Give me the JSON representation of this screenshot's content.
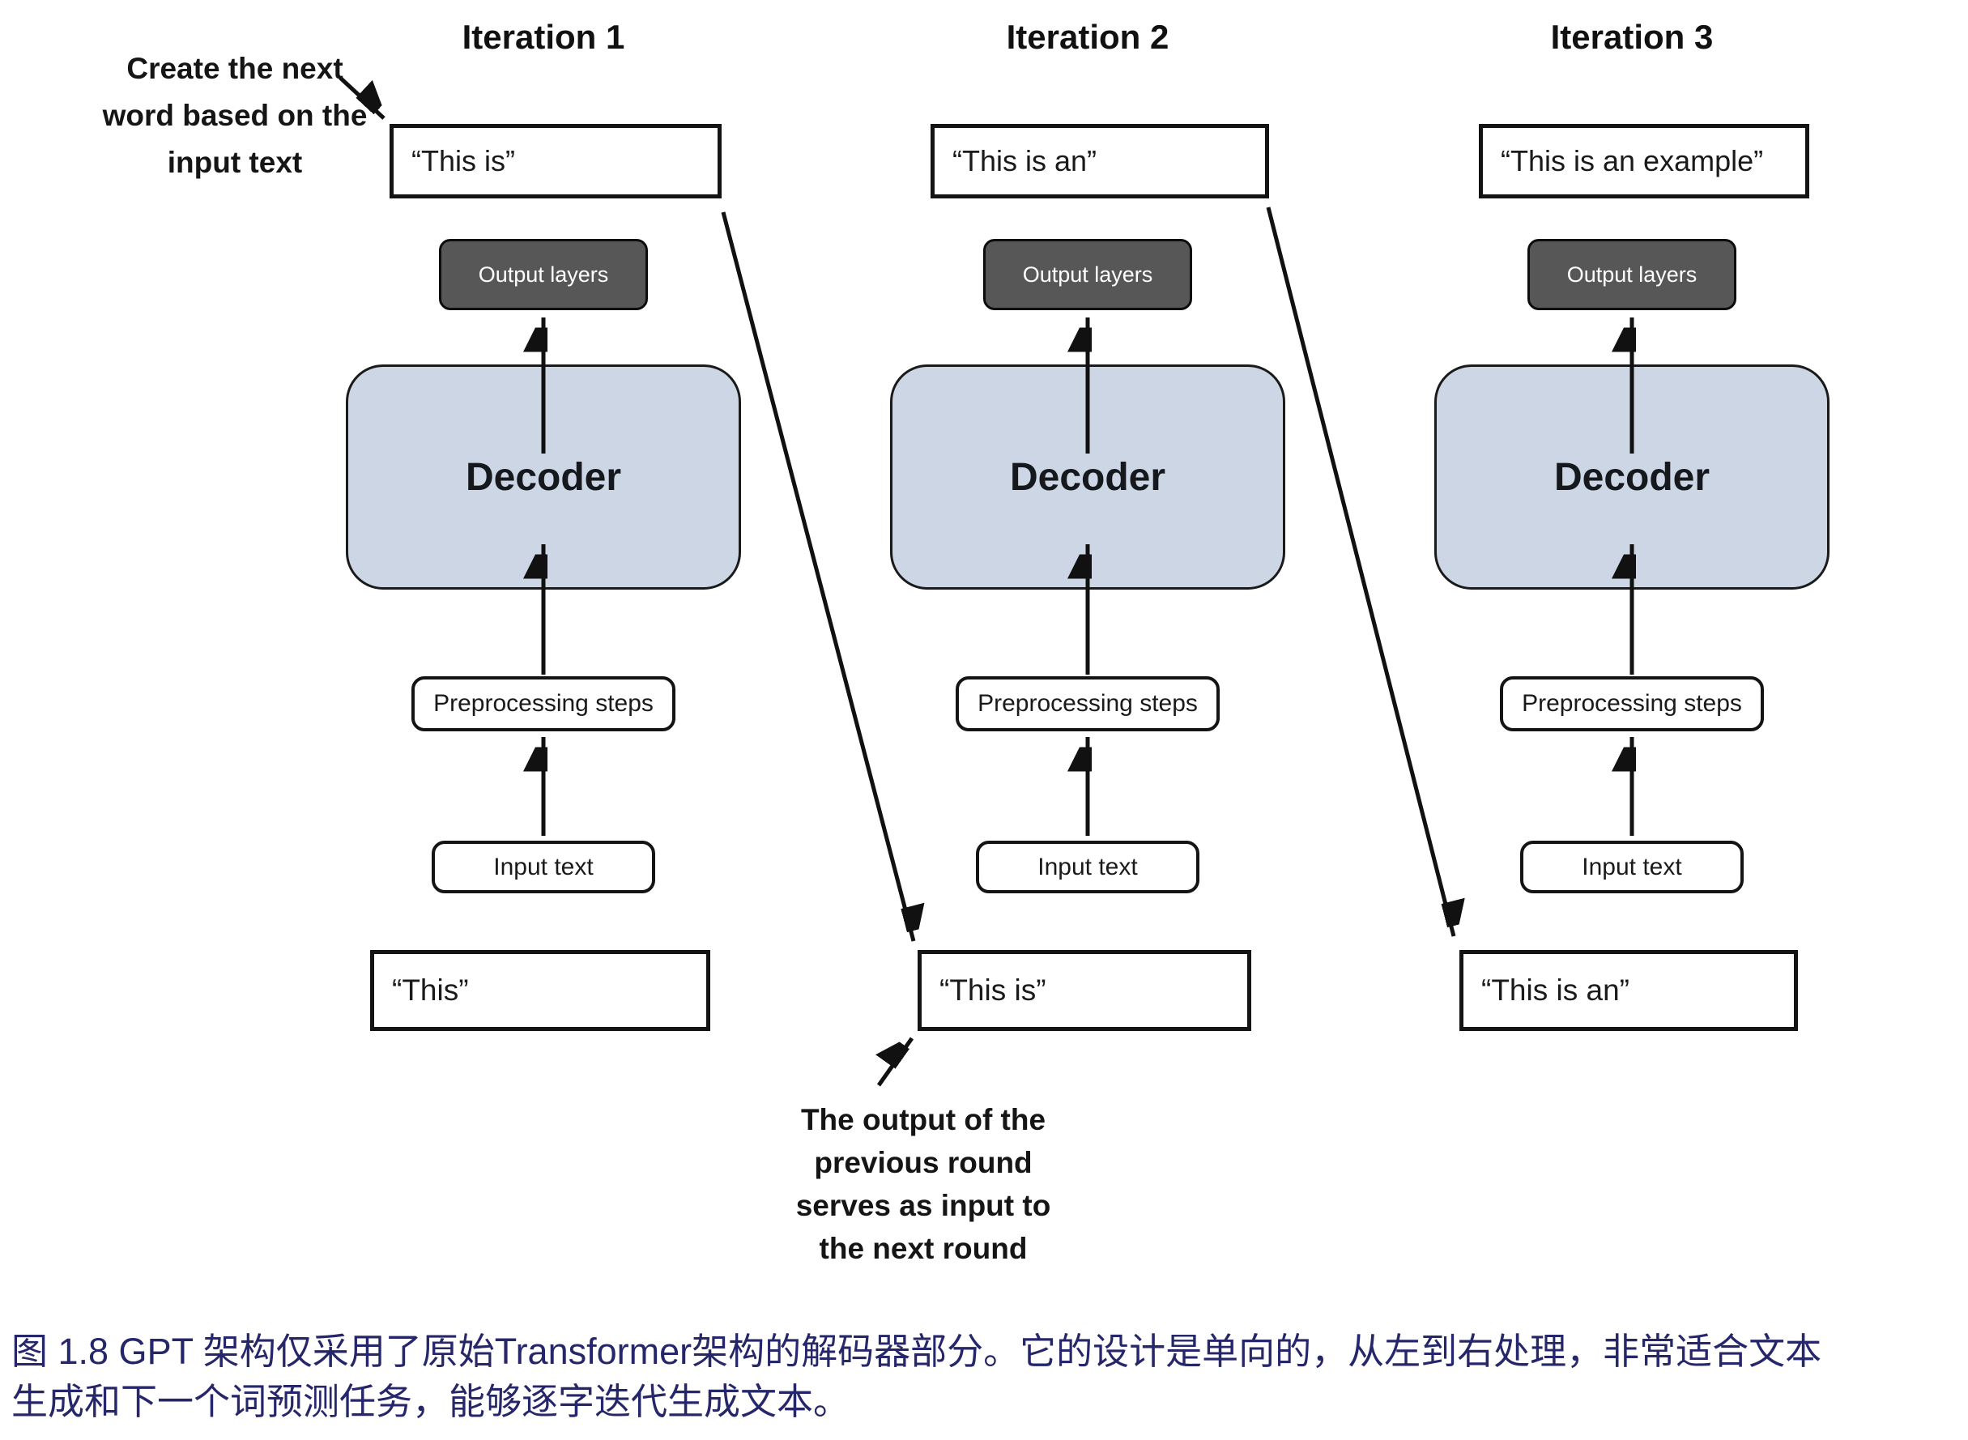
{
  "figure": {
    "kind": "diagram",
    "topic": "GPT decoder-only iterative next-word generation"
  },
  "notes": {
    "top": {
      "lines": [
        "Create the next",
        "word based on the",
        "input text"
      ]
    },
    "bottom": {
      "lines": [
        "The output of the",
        "previous round",
        "serves as input to",
        "the next round"
      ]
    }
  },
  "columns": [
    {
      "title": "Iteration 1",
      "generated_text": "“This is”",
      "output_layers_label": "Output layers",
      "decoder_label": "Decoder",
      "preprocessing_label": "Preprocessing steps",
      "input_label": "Input text",
      "prompt_text": "“This”"
    },
    {
      "title": "Iteration 2",
      "generated_text": "“This is an”",
      "output_layers_label": "Output layers",
      "decoder_label": "Decoder",
      "preprocessing_label": "Preprocessing steps",
      "input_label": "Input text",
      "prompt_text": "“This is”"
    },
    {
      "title": "Iteration 3",
      "generated_text": "“This is an example”",
      "output_layers_label": "Output layers",
      "decoder_label": "Decoder",
      "preprocessing_label": "Preprocessing steps",
      "input_label": "Input text",
      "prompt_text": "“This is an”"
    }
  ],
  "caption": {
    "line1": "图 1.8  GPT 架构仅采用了原始Transformer架构的解码器部分。它的设计是单向的，从左到右处理，非常适合文本",
    "line2": "生成和下一个词预测任务，能够逐字迭代生成文本。",
    "color": "#26266b"
  },
  "colors": {
    "background": "#ffffff",
    "decoder_fill": "#cdd6e4",
    "decoder_border": "#1a1a1a",
    "output_layers_fill": "#575757",
    "output_layers_text": "#ffffff",
    "box_border": "#141414",
    "arrow": "#111111",
    "text": "#1a1a1a"
  }
}
